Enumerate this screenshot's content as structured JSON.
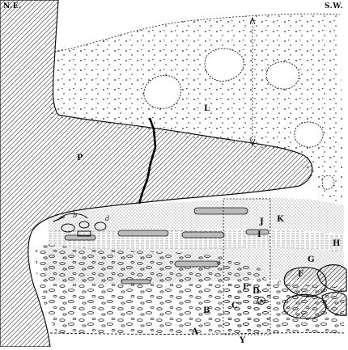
{
  "orientation": {
    "left": "N.E.",
    "right": "S.W."
  },
  "labels": {
    "A": "A",
    "B": "B",
    "C": "C",
    "D": "D",
    "E": "E",
    "F": "F",
    "G": "G",
    "H": "H",
    "I": "I",
    "J": "J",
    "K": "K",
    "L": "L",
    "P": "P",
    "Y": "Y"
  },
  "small_labels": {
    "a": "a",
    "b": "b",
    "c1": "c",
    "c2": "c",
    "d": "d",
    "e": "e"
  },
  "colors": {
    "ink": "#111111",
    "paper": "#ffffff",
    "hatch": "#222222"
  }
}
